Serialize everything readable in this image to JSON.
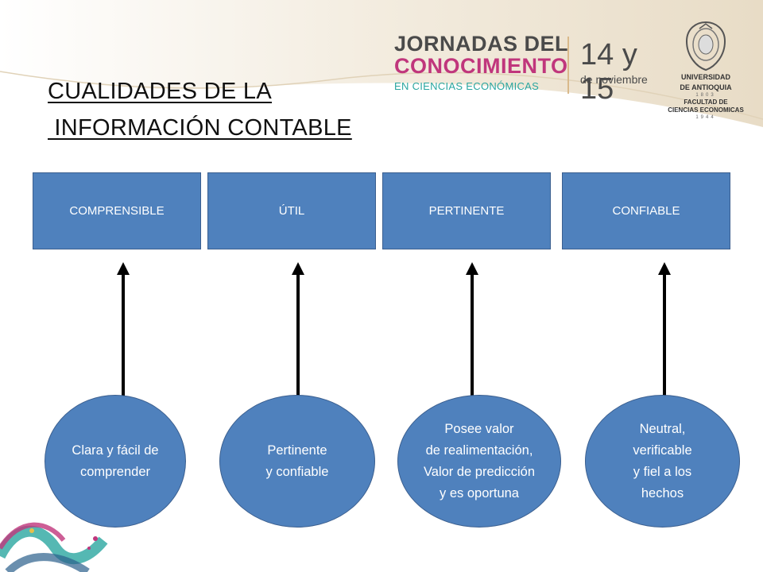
{
  "title": {
    "line1": "CUALIDADES DE LA",
    "line2": " INFORMACIÓN CONTABLE"
  },
  "event_logo": {
    "line1": "JORNADAS DEL",
    "line2": "CONOCIMIENTO",
    "line3": "EN CIENCIAS ECONÓMICAS",
    "date_big": "14 y 15",
    "date_small": "de noviembre"
  },
  "university_logo": {
    "name_line1": "UNIVERSIDAD",
    "name_line2": "DE ANTIOQUIA",
    "year1": "1803",
    "faculty_line1": "FACULTAD DE",
    "faculty_line2": "CIENCIAS ECONOMICAS",
    "year2": "1944"
  },
  "qualities": [
    {
      "label": "COMPRENSIBLE",
      "description": "Clara y fácil de\ncomprender"
    },
    {
      "label": "ÚTIL",
      "description": "Pertinente\ny confiable"
    },
    {
      "label": "PERTINENTE",
      "description": "Posee valor\nde realimentación,\nValor de predicción\ny es oportuna"
    },
    {
      "label": "CONFIABLE",
      "description": "Neutral,\nverificable\ny fiel a los\nhechos"
    }
  ],
  "colors": {
    "box_fill": "#4f81bd",
    "arrow": "#000000",
    "brand_magenta": "#c0367c",
    "brand_teal": "#2aa6a0"
  }
}
